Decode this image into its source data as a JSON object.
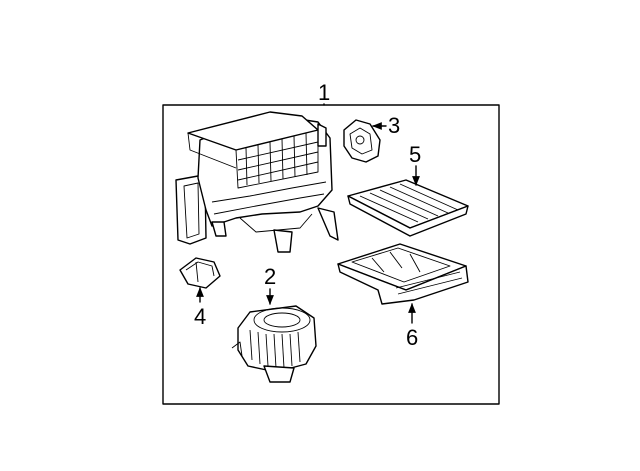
{
  "diagram": {
    "callouts": {
      "assembly": "1",
      "blower_motor": "2",
      "part_3": "3",
      "part_4": "4",
      "filter_5": "5",
      "filter_6": "6"
    }
  }
}
